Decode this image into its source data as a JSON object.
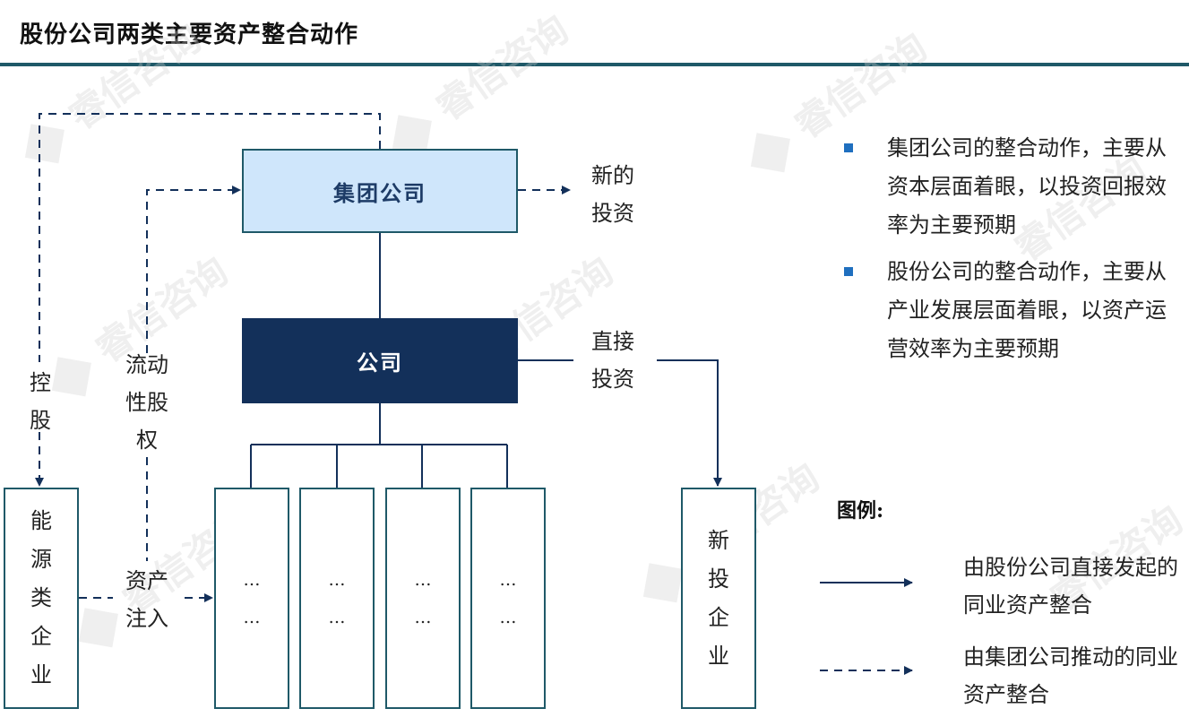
{
  "title": "股份公司两类主要资产整合动作",
  "watermark": "睿信咨询",
  "nodes": {
    "group": "集团公司",
    "company": "公司",
    "energy": "能\n源\n类\n企\n业",
    "new_enterprise": "新\n投\n企\n业",
    "subsidiary_text": "…\n…"
  },
  "labels": {
    "new_investment": "新的\n投资",
    "direct_investment": "直接\n投资",
    "control": "控\n股",
    "liquid_equity": "流动\n性股\n权",
    "asset_injection": "资产\n注入"
  },
  "bullets": [
    "集团公司的整合动作，主要从资本层面着眼，以投资回报效率为主要预期",
    "股份公司的整合动作，主要从产业发展层面着眼，以资产运营效率为主要预期"
  ],
  "legend": {
    "title": "图例:",
    "solid": "由股份公司直接发起的同业资产整合",
    "dashed": "由集团公司推动的同业资产整合"
  },
  "colors": {
    "line": "#13305a",
    "rule": "#1f5968",
    "group_fill": "#cfe6fb",
    "company_fill": "#13305a",
    "bullet": "#1f6fbf"
  }
}
